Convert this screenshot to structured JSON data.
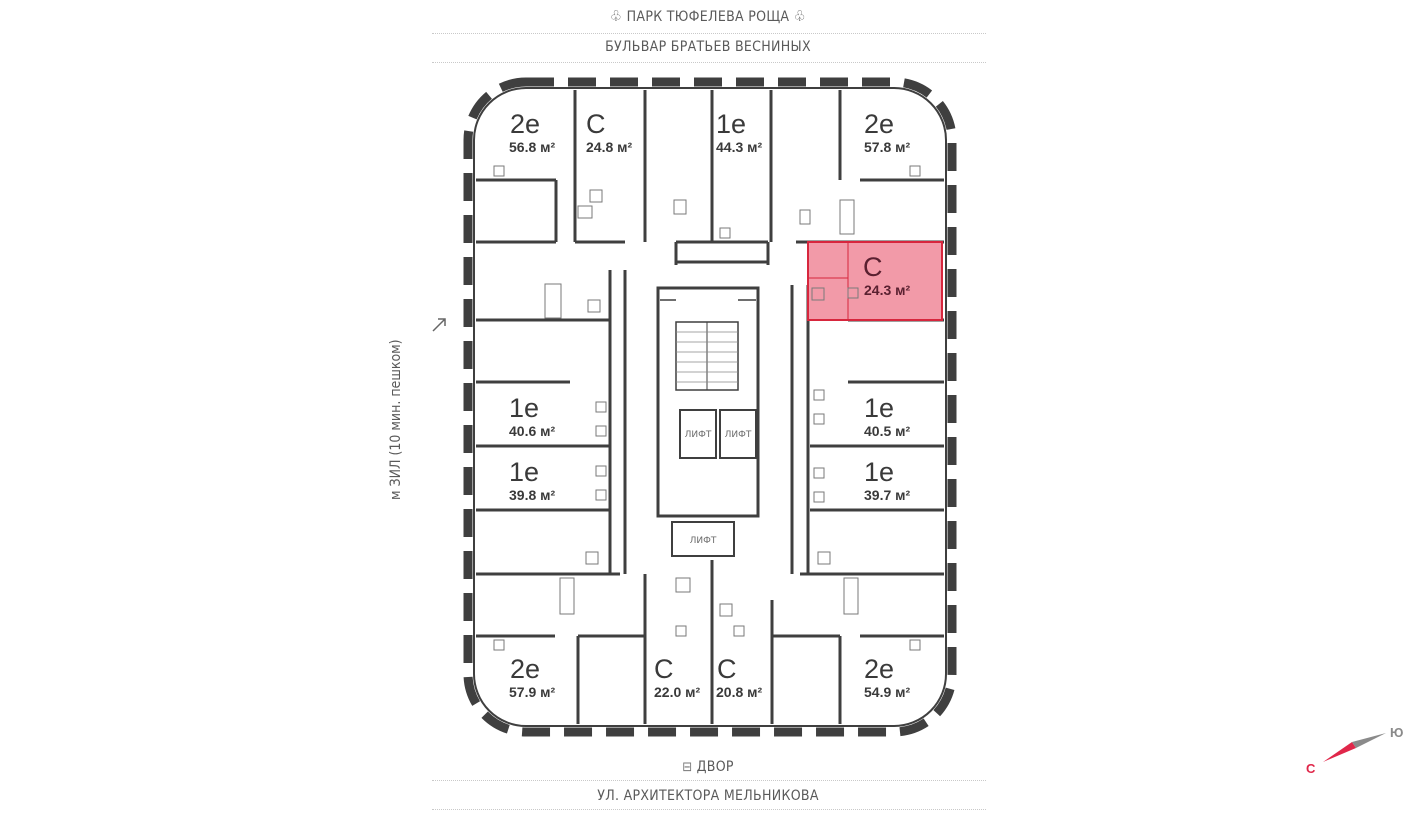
{
  "streets": {
    "top_park": "ПАРК ТЮФЕЛЕВА РОЩА",
    "top_boulevard": "БУЛЬВАР БРАТЬЕВ ВЕСНИНЫХ",
    "bottom_yard": "ДВОР",
    "bottom_street": "УЛ. АРХИТЕКТОРА МЕЛЬНИКОВА",
    "side_metro": "м ЗИЛ (10 мин. пешком)"
  },
  "lifts": [
    "ЛИФТ",
    "ЛИФТ",
    "ЛИФТ"
  ],
  "compass": {
    "north": "С",
    "south": "Ю",
    "north_color": "#e0274a",
    "south_color": "#8a8a8a"
  },
  "colors": {
    "wall": "#3f3f3f",
    "highlight": "#f29aa8",
    "highlight_border": "#d7263d"
  },
  "apartments": [
    {
      "id": "apt-2e-568",
      "type": "2е",
      "area": "56.8 м²",
      "selected": false
    },
    {
      "id": "apt-c-248",
      "type": "С",
      "area": "24.8 м²",
      "selected": false
    },
    {
      "id": "apt-1e-443",
      "type": "1е",
      "area": "44.3 м²",
      "selected": false
    },
    {
      "id": "apt-2e-578",
      "type": "2е",
      "area": "57.8 м²",
      "selected": false
    },
    {
      "id": "apt-c-243",
      "type": "С",
      "area": "24.3 м²",
      "selected": true
    },
    {
      "id": "apt-1e-406",
      "type": "1е",
      "area": "40.6 м²",
      "selected": false
    },
    {
      "id": "apt-1e-405",
      "type": "1е",
      "area": "40.5 м²",
      "selected": false
    },
    {
      "id": "apt-1e-398",
      "type": "1е",
      "area": "39.8 м²",
      "selected": false
    },
    {
      "id": "apt-1e-397",
      "type": "1е",
      "area": "39.7 м²",
      "selected": false
    },
    {
      "id": "apt-2e-579",
      "type": "2е",
      "area": "57.9 м²",
      "selected": false
    },
    {
      "id": "apt-c-220",
      "type": "С",
      "area": "22.0 м²",
      "selected": false
    },
    {
      "id": "apt-c-208",
      "type": "С",
      "area": "20.8 м²",
      "selected": false
    },
    {
      "id": "apt-2e-549",
      "type": "2е",
      "area": "54.9 м²",
      "selected": false
    }
  ]
}
